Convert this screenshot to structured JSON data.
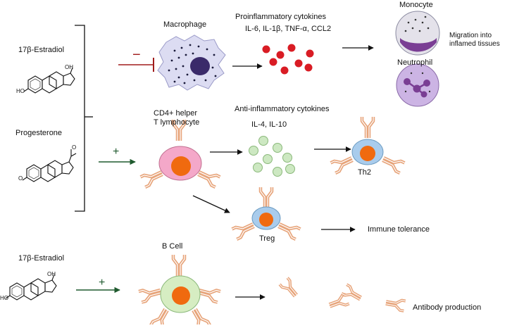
{
  "hormones": {
    "estradiol_top": "17β-Estradiol",
    "progesterone": "Progesterone",
    "estradiol_bottom": "17β-Estradiol",
    "chem_oh_label": "OH",
    "chem_ho_label": "HO",
    "chem_o_label": "O"
  },
  "cells": {
    "macrophage": "Macrophage",
    "monocyte": "Monocyte",
    "neutrophil": "Neutrophil",
    "cd4_line1": "CD4+ helper",
    "cd4_line2": "T lymphocyte",
    "th2": "Th2",
    "treg": "Treg",
    "bcell": "B Cell"
  },
  "cytokines": {
    "pro_title": "Proinflammatory cytokines",
    "pro_list": "IL-6, IL-1β, TNF-α, CCL2",
    "anti_title": "Anti-inflammatory cytokines",
    "anti_list": "IL-4, IL-10"
  },
  "outcomes": {
    "migration_line1": "Migration into",
    "migration_line2": "inflamed tissues",
    "immune_tolerance": "Immune tolerance",
    "antibody_production": "Antibody production"
  },
  "signs": {
    "inhibit": "−",
    "activate_top": "+",
    "activate_bottom": "+"
  },
  "colors": {
    "inhibit": "#a01c1c",
    "activate": "#1f5a2e",
    "pro_cytokine": "#d91c24",
    "anti_cytokine": "#cde8c2",
    "cd4_body": "#f4a8c9",
    "th2_body": "#a9ccec",
    "treg_body": "#a9ccec",
    "bcell_body": "#d6edc2",
    "nucleus": "#f06a0f",
    "receptor": "#e7a47a",
    "macrophage_body": "#dcdcf2",
    "macrophage_nucleus": "#3a2a6a",
    "granulocyte_body": "#ccb4e4",
    "granulocyte_nucleus": "#7a3e94"
  }
}
